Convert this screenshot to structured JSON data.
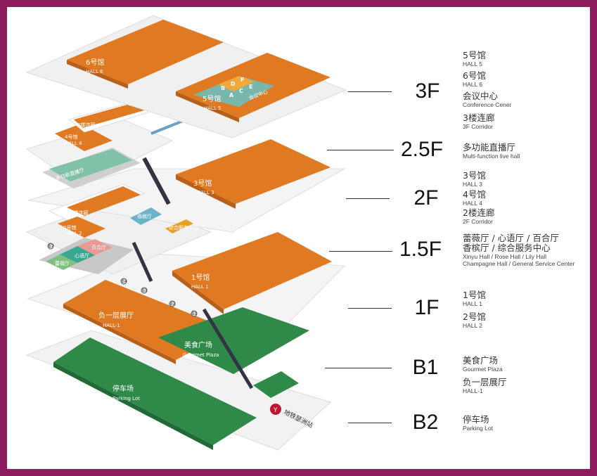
{
  "colors": {
    "frame": "#8c1c5c",
    "hall": "#e07a22",
    "green": "#2f8a4a",
    "teal": "#6fb8a8",
    "plate": "#f1f1f1"
  },
  "floors": [
    {
      "label": "3F",
      "items": [
        {
          "zh": "5号馆",
          "en": "HALL 5"
        },
        {
          "zh": "6号馆",
          "en": "HALL 6"
        },
        {
          "zh": "会议中心",
          "en": "Conference Cener"
        },
        {
          "zh": "3楼连廊",
          "en": "3F Corridor"
        }
      ]
    },
    {
      "label": "2.5F",
      "items": [
        {
          "zh": "多功能直播厅",
          "en": "Multi-function live hall"
        }
      ]
    },
    {
      "label": "2F",
      "items": [
        {
          "zh": "3号馆",
          "en": "HALL 3"
        },
        {
          "zh": "4号馆",
          "en": "HALL 4"
        },
        {
          "zh": "2楼连廊",
          "en": "2F Corridor"
        }
      ]
    },
    {
      "label": "1.5F",
      "items": [
        {
          "zh": "蕾薇厅 / 心语厅 / 百合厅",
          "zh2": "香槟厅 / 综合服务中心",
          "en": "Xinyu Hall / Rose Hall / Lily Hall",
          "en2": "Champagne Hall / General Service Center"
        }
      ]
    },
    {
      "label": "1F",
      "items": [
        {
          "zh": "1号馆",
          "en": "HALL 1"
        },
        {
          "zh": "2号馆",
          "en": "HALL 2"
        }
      ]
    },
    {
      "label": "B1",
      "items": [
        {
          "zh": "美食广场",
          "en": "Gourmet Plaza"
        },
        {
          "zh": "负一层展厅",
          "en": "HALL-1"
        }
      ]
    },
    {
      "label": "B2",
      "items": [
        {
          "zh": "停车场",
          "en": "Parking Lot"
        }
      ]
    }
  ],
  "map": {
    "hall6": {
      "zh": "6号馆",
      "en": "HALL 6"
    },
    "hall5": {
      "zh": "5号馆",
      "en": "HALL 5"
    },
    "conf_letters": [
      "B",
      "D",
      "F",
      "A",
      "C",
      "E"
    ],
    "conf": "会议中心",
    "corr3": "3楼连廊",
    "hall4": {
      "zh": "4号馆",
      "en": "HALL 4"
    },
    "live": "多功能直播厅",
    "hall3": {
      "zh": "3号馆",
      "en": "HALL 3"
    },
    "corr2": "2楼连廊",
    "hall2": {
      "zh": "2号馆",
      "en": "HALL 2"
    },
    "rooms": [
      "百合厅",
      "心语厅",
      "蕾薇厅",
      "香槟厅",
      "综合服务中心"
    ],
    "hall1": {
      "zh": "1号馆",
      "en": "HALL 1"
    },
    "hallb1": {
      "zh": "负一层展厅",
      "en": "HALL-1"
    },
    "gourmet": {
      "zh": "美食广场",
      "en": "Gourmet Plaza"
    },
    "parking": {
      "zh": "停车场",
      "en": "Parking Lot"
    },
    "entrances": [
      "E1",
      "E2",
      "E3",
      "E4",
      "E7"
    ],
    "metro": "地铁瑟洲站"
  }
}
